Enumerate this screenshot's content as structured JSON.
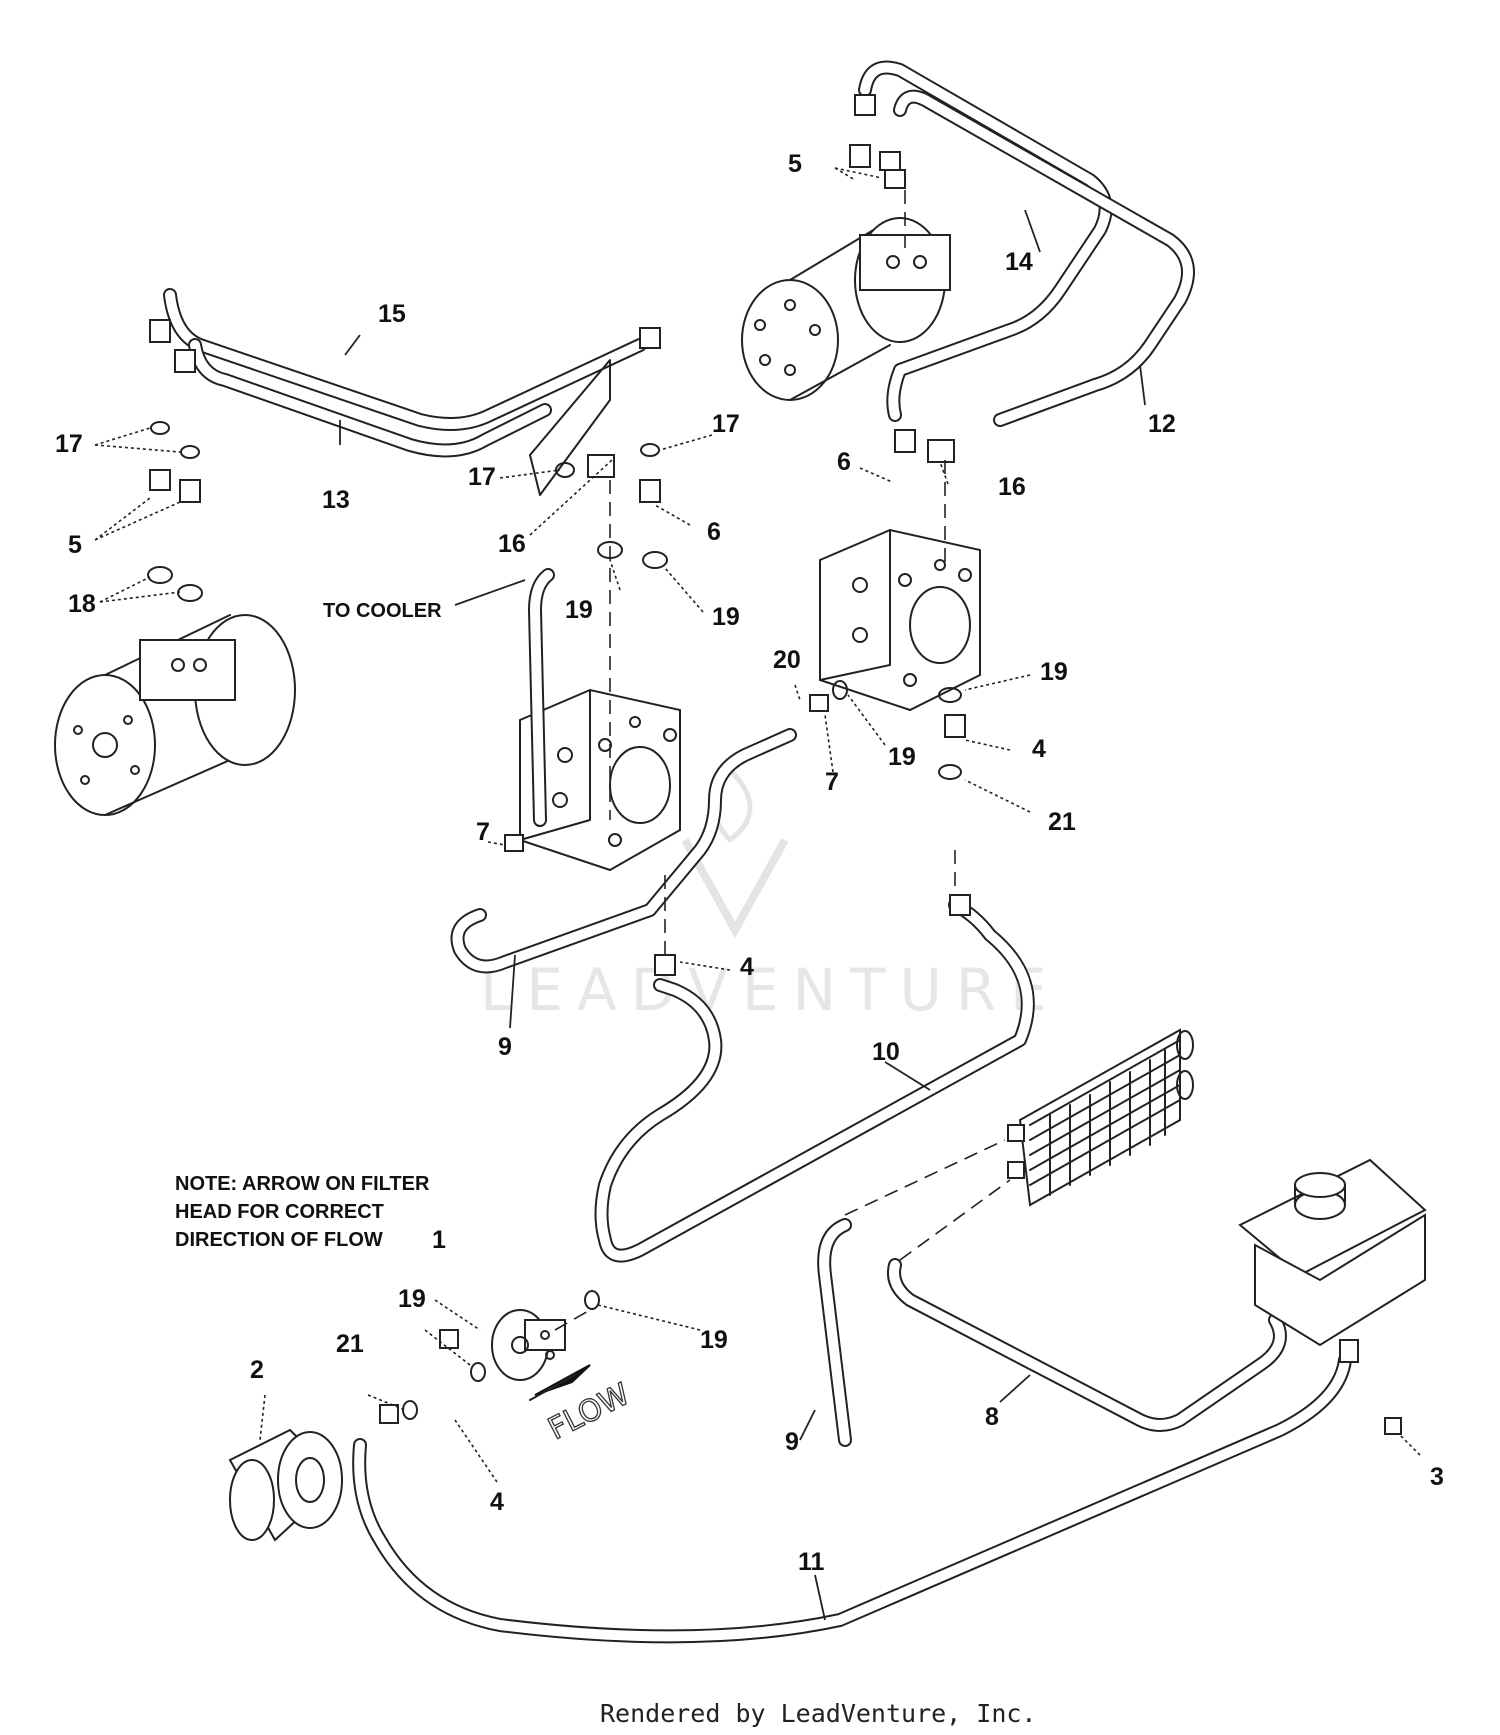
{
  "callouts": {
    "c1": "1",
    "c2": "2",
    "c3": "3",
    "c4a": "4",
    "c4b": "4",
    "c4c": "4",
    "c5a": "5",
    "c5b": "5",
    "c6a": "6",
    "c6b": "6",
    "c7a": "7",
    "c7b": "7",
    "c8": "8",
    "c9a": "9",
    "c9b": "9",
    "c10": "10",
    "c11": "11",
    "c12": "12",
    "c13": "13",
    "c14": "14",
    "c15": "15",
    "c16a": "16",
    "c16b": "16",
    "c17a": "17",
    "c17b": "17",
    "c17c": "17",
    "c18": "18",
    "c19a": "19",
    "c19b": "19",
    "c19c": "19",
    "c19d": "19",
    "c19e": "19",
    "c19f": "19",
    "c20": "20",
    "c21a": "21",
    "c21b": "21"
  },
  "labels": {
    "to_cooler": "TO COOLER",
    "note_line1": "NOTE: ARROW ON FILTER",
    "note_line2": "HEAD FOR CORRECT",
    "note_line3": "DIRECTION OF FLOW",
    "flow": "FLOW"
  },
  "watermark": "LEADVENTURE",
  "footer": "Rendered by LeadVenture, Inc.",
  "colors": {
    "line": "#222222",
    "background": "#ffffff",
    "watermark": "#e6e6e6"
  }
}
